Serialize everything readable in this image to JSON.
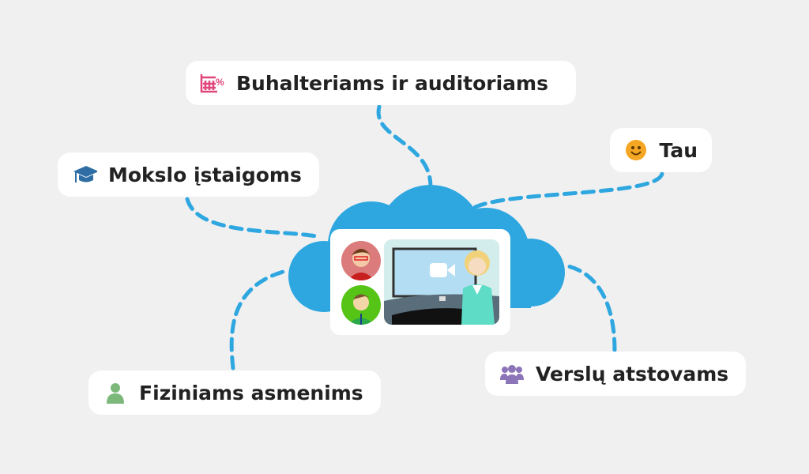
{
  "labels": {
    "accountants": "Buhalteriams ir auditoriams",
    "you": "Tau",
    "science": "Mokslo įstaigoms",
    "individuals": "Fiziniams asmenims",
    "business": "Verslų atstovams"
  },
  "icons": {
    "accountants": "calculator-percent-icon",
    "you": "smiley-icon",
    "science": "graduation-cap-icon",
    "individuals": "person-icon",
    "business": "group-icon"
  },
  "colors": {
    "cloud": "#2ea7e0",
    "dash": "#2ea7e0",
    "accountants": "#e0457b",
    "you": "#f5a623",
    "science": "#2f6ea5",
    "individuals": "#7bb87a",
    "business": "#8c74b8"
  }
}
